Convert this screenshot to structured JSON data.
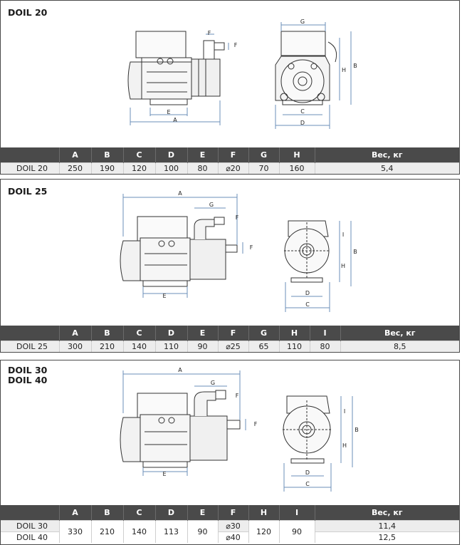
{
  "panels": [
    {
      "title_lines": [
        "DOIL 20"
      ],
      "dim_labels": [
        "A",
        "B",
        "C",
        "D",
        "E",
        "F",
        "G",
        "H"
      ],
      "table": {
        "headers": [
          "A",
          "B",
          "C",
          "D",
          "E",
          "F",
          "G",
          "H",
          "Вес, кг"
        ],
        "rows": [
          [
            "DOIL 20",
            "250",
            "190",
            "120",
            "100",
            "80",
            "⌀20",
            "70",
            "160",
            "5,4"
          ]
        ]
      }
    },
    {
      "title_lines": [
        "DOIL 25"
      ],
      "dim_labels": [
        "A",
        "B",
        "C",
        "D",
        "E",
        "F",
        "G",
        "H",
        "I"
      ],
      "table": {
        "headers": [
          "A",
          "B",
          "C",
          "D",
          "E",
          "F",
          "G",
          "H",
          "I",
          "Вес, кг"
        ],
        "rows": [
          [
            "DOIL 25",
            "300",
            "210",
            "140",
            "110",
            "90",
            "⌀25",
            "65",
            "110",
            "80",
            "8,5"
          ]
        ]
      }
    },
    {
      "title_lines": [
        "DOIL 30",
        "DOIL 40"
      ],
      "dim_labels": [
        "A",
        "B",
        "C",
        "D",
        "E",
        "F",
        "G",
        "H",
        "I"
      ],
      "table": {
        "headers": [
          "A",
          "B",
          "C",
          "D",
          "E",
          "F",
          "H",
          "I",
          "Вес, кг"
        ],
        "models": [
          "DOIL 30",
          "DOIL 40"
        ],
        "shared": [
          "330",
          "210",
          "140",
          "113",
          "90"
        ],
        "f_values": [
          "⌀30",
          "⌀40"
        ],
        "shared2": [
          "120",
          "90"
        ],
        "weights": [
          "11,4",
          "12,5"
        ]
      }
    }
  ]
}
